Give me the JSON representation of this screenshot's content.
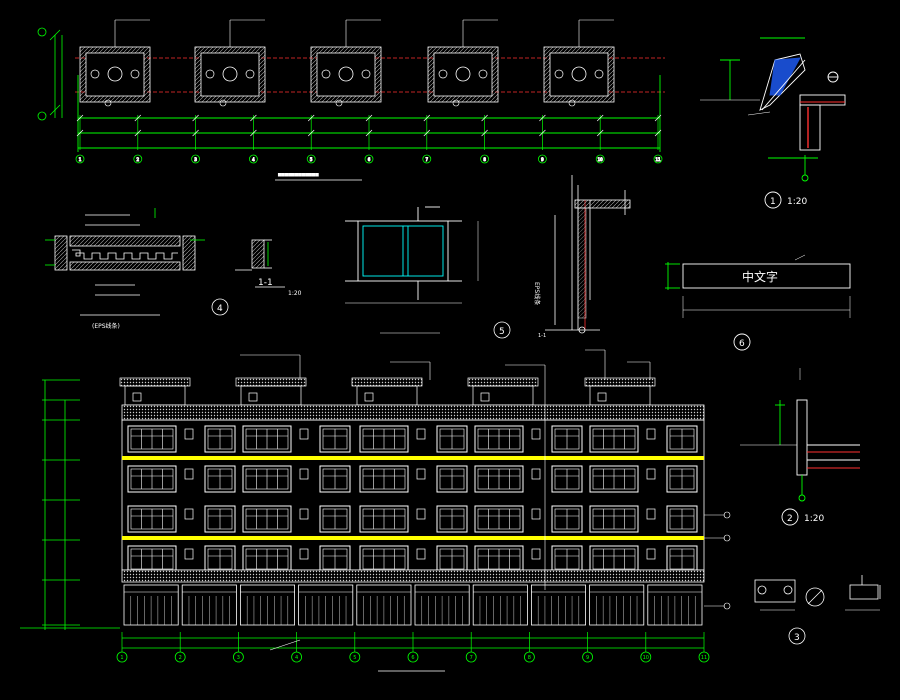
{
  "drawing": {
    "background": "#000000",
    "colors": {
      "line": "#ffffff",
      "dim": "#00ff00",
      "axis": "#ff0000",
      "glass": "#00ffff",
      "band": "#ffff00",
      "hatch": "#8080ff"
    },
    "detail_labels": {
      "d1_num": "1",
      "d1_scale": "1:20",
      "d2_num": "2",
      "d2_scale": "1:20",
      "d3_num": "3",
      "d4_num": "4",
      "d5_num": "5",
      "d6_num": "6",
      "sec_11": "1-1",
      "sec_11_scale": "1:20",
      "sec_11b": "1-1"
    },
    "sign_text": "中文字",
    "eps_label": "(EPS线条)",
    "eps_label_2": "EPS线条",
    "elevation_axis_numbers": [
      "1",
      "2",
      "3",
      "4",
      "5",
      "6",
      "7",
      "8",
      "9",
      "10",
      "11"
    ],
    "plan_axis_numbers": [
      "1",
      "2",
      "3",
      "4",
      "5",
      "6",
      "7",
      "8",
      "9",
      "10",
      "11"
    ]
  }
}
